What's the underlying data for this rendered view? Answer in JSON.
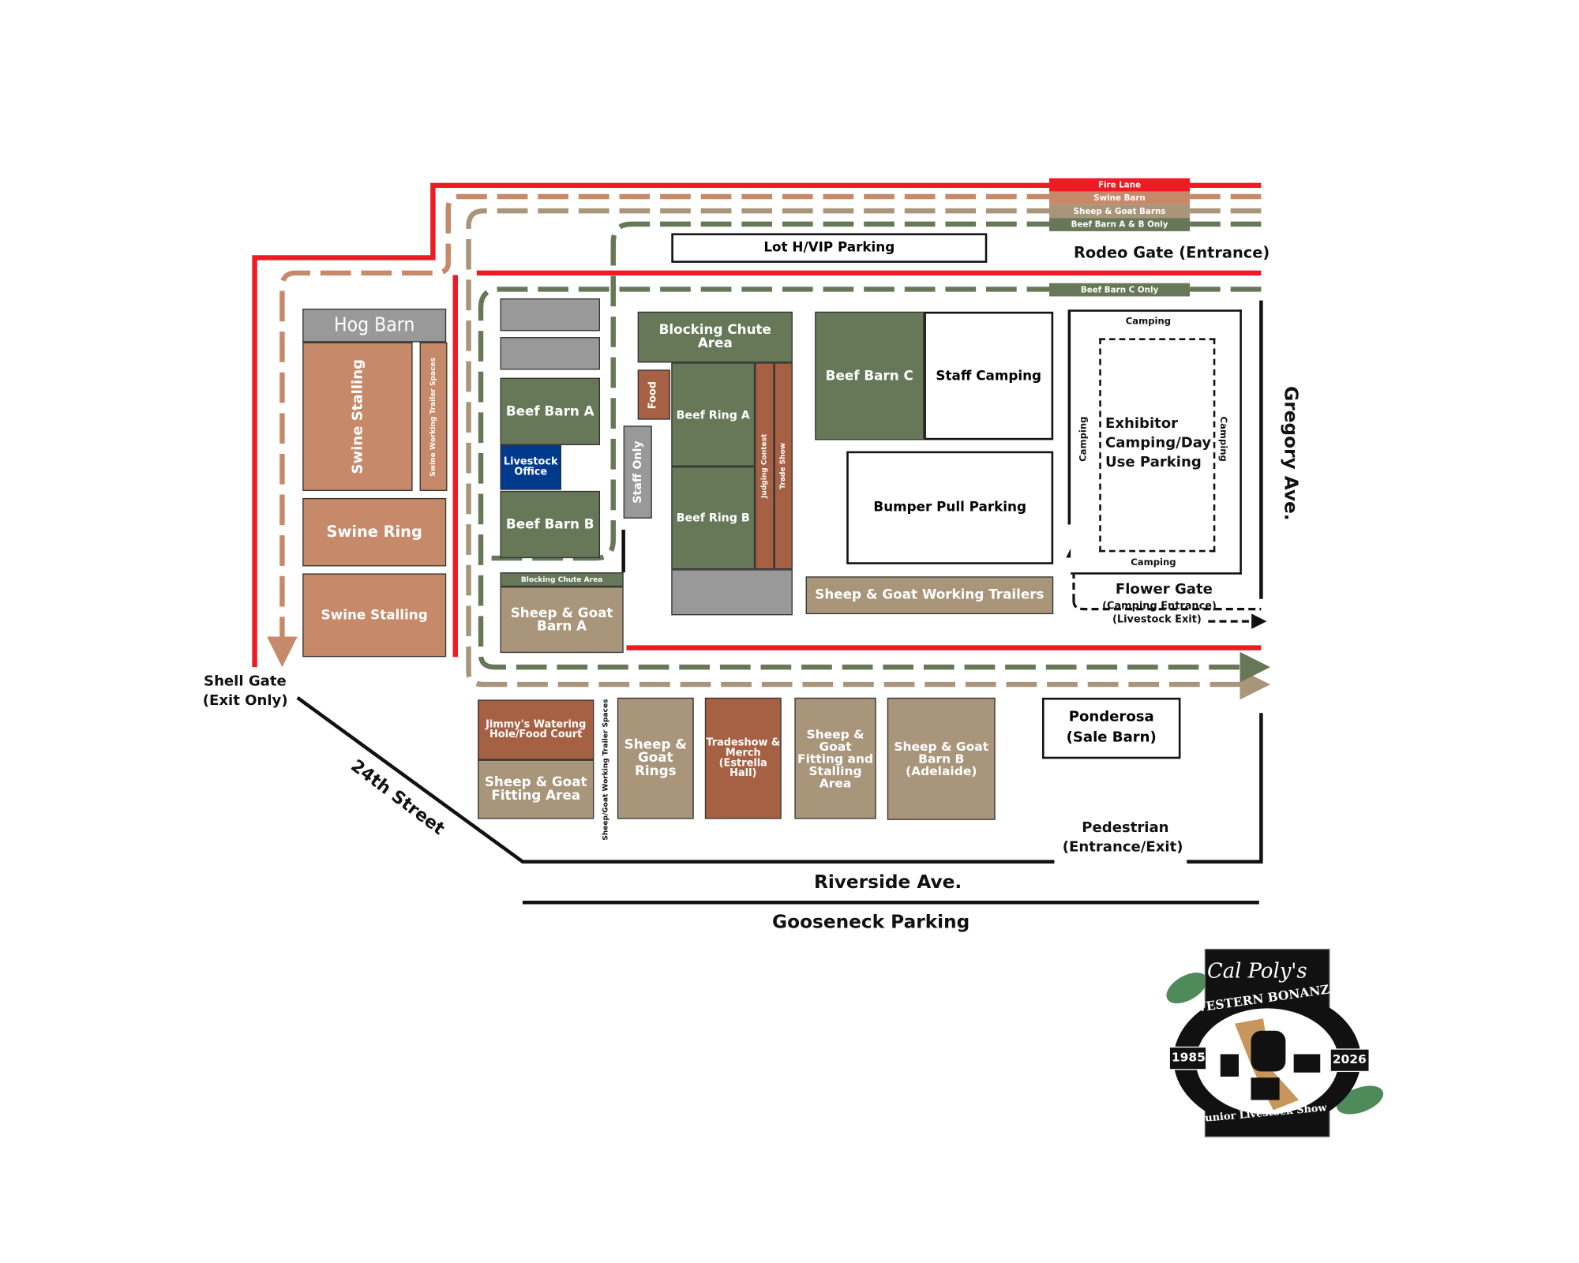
{
  "colors": {
    "fire_lane": "#ed1c24",
    "swine": "#c68a6a",
    "sheep_goat": "#a8957a",
    "beef": "#667858",
    "food_trade": "#a66144",
    "office": "#003a8c",
    "gray": "#999999"
  },
  "legend": {
    "fire_lane": "Fire Lane",
    "swine_barn": "Swine Barn",
    "sheep_goat_barns": "Sheep & Goat Barns",
    "beef_ab": "Beef Barn A & B Only",
    "beef_c": "Beef Barn C Only"
  },
  "buildings": {
    "hog_barn": "Hog Barn",
    "swine_stalling_1": "Swine Stalling",
    "swine_trailer": "Swine Working Trailer Spaces",
    "swine_ring": "Swine Ring",
    "swine_stalling_2": "Swine Stalling",
    "beef_barn_a": "Beef Barn A",
    "livestock_office": "Livestock Office",
    "beef_barn_b": "Beef Barn B",
    "blocking_chute_small": "Blocking Chute Area",
    "sg_barn_a": "Sheep & Goat Barn A",
    "staff_only": "Staff Only",
    "food": "Food",
    "blocking_chute": "Blocking Chute Area",
    "beef_ring_a": "Beef Ring A",
    "beef_ring_b": "Beef Ring B",
    "judging": "Judging Contest",
    "trade_show": "Trade Show",
    "beef_barn_c": "Beef Barn C",
    "staff_camping": "Staff Camping",
    "bumper_pull": "Bumper Pull Parking",
    "sg_trailers": "Sheep & Goat Working Trailers",
    "lot_h": "Lot H/VIP Parking",
    "camping": "Camping",
    "exhibitor": "Exhibitor Camping/Day Use Parking",
    "jimmys": "Jimmy's Watering Hole/Food Court",
    "sg_fitting": "Sheep & Goat Fitting Area",
    "sg_trailer_spaces": "Sheep/Goat Working Trailer Spaces",
    "sg_rings": "Sheep & Goat Rings",
    "tradeshow": "Tradeshow & Merch (Estrella Hall)",
    "sg_fit_stall": "Sheep & Goat Fitting and Stalling Area",
    "sg_barn_b": "Sheep & Goat Barn B (Adelaide)",
    "ponderosa": "Ponderosa (Sale Barn)"
  },
  "labels": {
    "shell_gate": "Shell Gate",
    "shell_gate_sub": "(Exit Only)",
    "street_24th": "24th Street",
    "riverside": "Riverside Ave.",
    "gooseneck": "Gooseneck Parking",
    "pedestrian": "Pedestrian",
    "pedestrian_sub": "(Entrance/Exit)",
    "gregory": "Gregory Ave.",
    "rodeo_gate": "Rodeo Gate (Entrance)",
    "flower_gate": "Flower Gate",
    "flower_sub1": "(Camping Entrance)",
    "flower_sub2": "(Livestock Exit)"
  },
  "logo": {
    "line1": "Cal Poly's",
    "line2": "WESTERN BONANZA",
    "line3": "Junior Livestock Show",
    "year_start": "1985",
    "year_end": "2026"
  }
}
